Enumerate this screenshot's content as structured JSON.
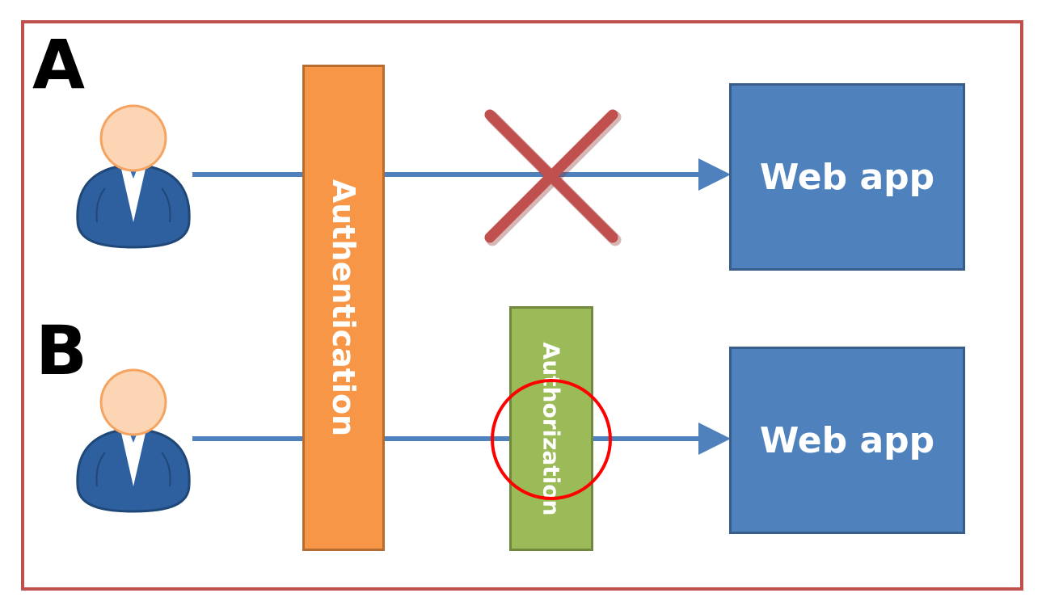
{
  "rows": [
    {
      "label": "A",
      "destination_label": "Web app",
      "blocked": true
    },
    {
      "label": "B",
      "destination_label": "Web app",
      "blocked": false
    }
  ],
  "gates": {
    "authentication_label": "Authentication",
    "authorization_label": "Authorization"
  },
  "colors": {
    "frame": "#c0504d",
    "authentication": "#f79646",
    "authorization": "#9bbb59",
    "web_app": "#4f81bd",
    "arrow": "#4f81bd",
    "cross": "#c0504d",
    "highlight_circle": "#ff0000",
    "user_suit": "#2e5f9e",
    "user_face": "#fcd5b4"
  },
  "icons": {
    "user": "user-icon",
    "blocked": "cross-icon",
    "highlight": "circle-highlight-icon"
  }
}
